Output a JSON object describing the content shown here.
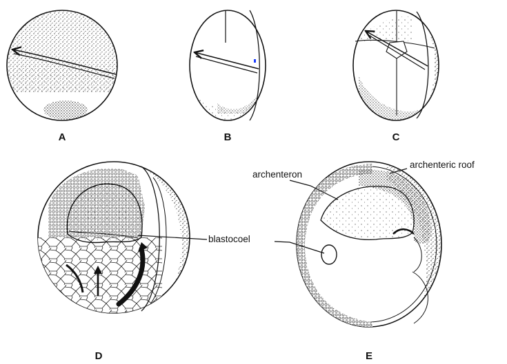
{
  "panels": {
    "a": "A",
    "b": "B",
    "c": "C",
    "d": "D",
    "e": "E"
  },
  "callouts": {
    "blastocoel": "blastocoel",
    "archenteron": "archenteron",
    "archenteric_roof": "archenteric roof"
  },
  "colors": {
    "ink": "#111111",
    "paper": "#ffffff"
  }
}
